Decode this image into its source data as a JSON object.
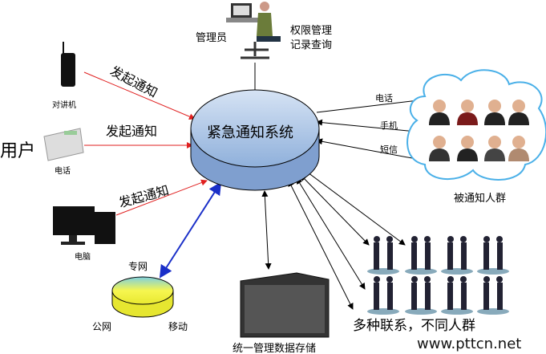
{
  "core": {
    "label": "紧急通知系统"
  },
  "admin": {
    "label": "管理员",
    "functions_line1": "权限管理",
    "functions_line2": "记录查询"
  },
  "user": {
    "label": "用户"
  },
  "devices": [
    {
      "label": "对讲机",
      "action": "发起通知"
    },
    {
      "label": "电话",
      "action": "发起通知"
    },
    {
      "label": "电脑",
      "action": "发起通知"
    }
  ],
  "channels": [
    "电话",
    "手机",
    "短信"
  ],
  "recipients": {
    "label": "被通知人群"
  },
  "network": {
    "top": "专网",
    "left": "公网",
    "right": "移动"
  },
  "storage": {
    "label": "统一管理数据存储"
  },
  "groups": {
    "label": "多种联系，不同人群"
  },
  "watermark": "www.pttcn.net",
  "colors": {
    "initiate_arrow": "#e02020",
    "network_arrow": "#1a2fc8",
    "core_fill": "#a9c2e4",
    "network_fill": "#f2f24a"
  }
}
